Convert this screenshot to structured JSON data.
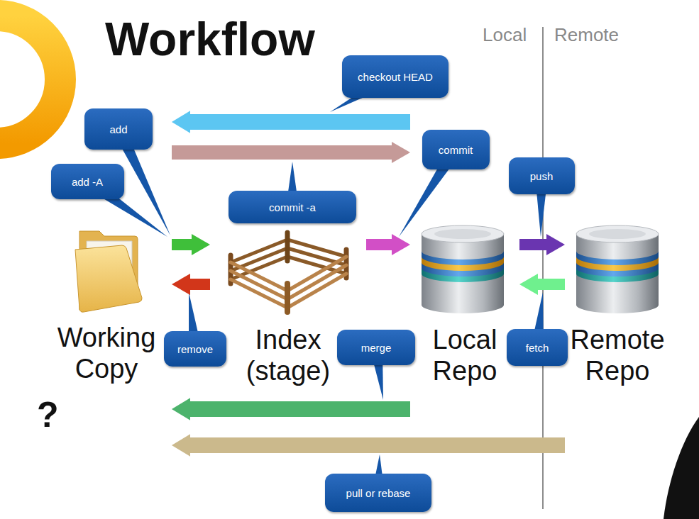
{
  "diagram": {
    "title": "Workflow",
    "nodes": [
      {
        "text": [
          "Working Copy"
        ]
      },
      {
        "text": [
          "Index (stage)"
        ]
      },
      {
        "text": [
          "Local Repo"
        ]
      },
      {
        "text": [
          "Remote Repo"
        ]
      }
    ],
    "edges": [
      {
        "from": 2,
        "to": 0,
        "arrow": "to",
        "label": "checkout HEAD"
      },
      {
        "from": 0,
        "to": 2,
        "arrow": "to",
        "label": "commit -a"
      },
      {
        "from": 0,
        "to": 1,
        "arrow": "to",
        "label": "add"
      },
      {
        "from": 1,
        "to": 0,
        "arrow": "to",
        "label": "remove"
      },
      {
        "from": 1,
        "to": 2,
        "arrow": "to",
        "label": "commit"
      },
      {
        "from": 2,
        "to": 3,
        "arrow": "to",
        "label": "push"
      },
      {
        "from": 3,
        "to": 2,
        "arrow": "to",
        "label": "fetch"
      },
      {
        "from": 2,
        "to": 0,
        "arrow": "to",
        "label": "merge"
      },
      {
        "from": 3,
        "to": 0,
        "arrow": "to",
        "label": "pull or rebase"
      }
    ],
    "labels": [
      "Local",
      "Remote",
      "add -A",
      "?"
    ]
  }
}
